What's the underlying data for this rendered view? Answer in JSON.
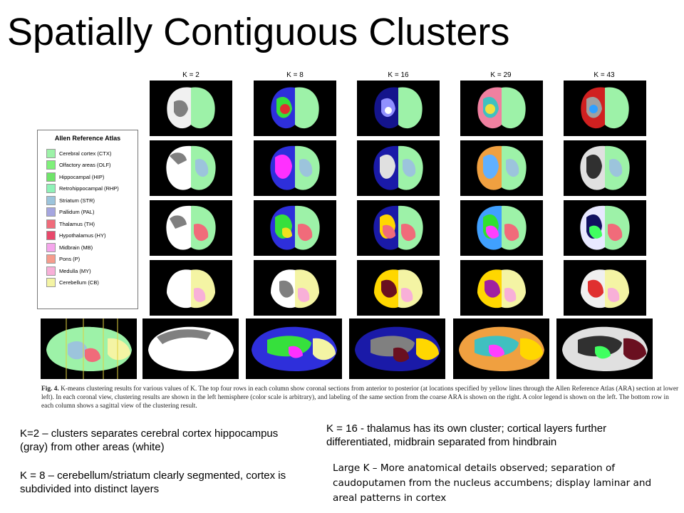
{
  "title": "Spatially Contiguous Clusters",
  "figure": {
    "columns": [
      "K = 2",
      "K = 8",
      "K = 16",
      "K = 29",
      "K = 43"
    ],
    "legend": {
      "title": "Allen Reference Atlas",
      "items": [
        {
          "label": "Cerebral cortex (CTX)",
          "color": "#9df2a8"
        },
        {
          "label": "Olfactory areas (OLF)",
          "color": "#7ff07a"
        },
        {
          "label": "Hippocampal (HIP)",
          "color": "#6fe46a"
        },
        {
          "label": "Retrohippocampal (RHP)",
          "color": "#8ff2b8"
        },
        {
          "label": "Striatum (STR)",
          "color": "#9cc4dc"
        },
        {
          "label": "Pallidum (PAL)",
          "color": "#a5a6e0"
        },
        {
          "label": "Thalamus (TH)",
          "color": "#f06b7a"
        },
        {
          "label": "Hypothalamus (HY)",
          "color": "#e8486a"
        },
        {
          "label": "Midbrain (MB)",
          "color": "#f5a6ec"
        },
        {
          "label": "Pons (P)",
          "color": "#f69c8c"
        },
        {
          "label": "Medulla (MY)",
          "color": "#f8b0d8"
        },
        {
          "label": "Cerebellum (CB)",
          "color": "#f4f4a4"
        }
      ]
    },
    "caption": {
      "label": "Fig. 4.",
      "text": "K-means clustering results for various values of K. The top four rows in each column show coronal sections from anterior to posterior (at locations specified by yellow lines through the Allen Reference Atlas (ARA) section at lower left). In each coronal view, clustering results are shown in the left hemisphere (color scale is arbitrary), and labeling of the same section from the coarse ARA is shown on the right. A color legend is shown on the left. The bottom row in each column shows a sagittal view of the clustering result."
    }
  },
  "notes": {
    "k2": "K=2 – clusters separates cerebral cortex hippocampus (gray) from other areas (white)",
    "k8": "K =  8 – cerebellum/striatum clearly segmented, cortex is subdivided into distinct layers",
    "k16": "K = 16 -  thalamus has its own cluster; cortical layers further differentiated, midbrain separated from hindbrain",
    "large_k": "Large K – More anatomical details observed; separation of caudoputamen from the nucleus accumbens; display laminar and areal patterns in cortex"
  }
}
